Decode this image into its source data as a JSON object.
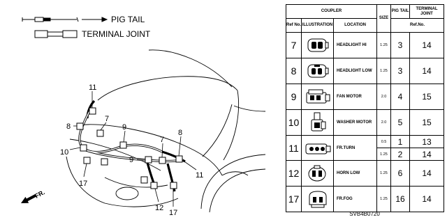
{
  "legend": {
    "pig_tail": "PIG TAIL",
    "terminal_joint": "TERMINAL JOINT"
  },
  "callouts": [
    "11",
    "8",
    "7",
    "9",
    "10",
    "9",
    "7",
    "8",
    "11",
    "17",
    "12",
    "17"
  ],
  "fr_arrow": "FR.",
  "table": {
    "headers": {
      "coupler": "COUPLER",
      "ref_no": "Ref No.",
      "illustration": "ILLUSTRATION",
      "location": "LOCATION",
      "size": "SIZE",
      "pig_tail": "PIG TAIL",
      "terminal_joint": "TERMINAL JOINT",
      "ref_no_sub": "Ref.No."
    },
    "rows": [
      {
        "ref": "7",
        "location": "HEADLIGHT HI",
        "size": "1.25",
        "pig": "3",
        "joint": "14",
        "icon": "headlight-hi-coupler-icon"
      },
      {
        "ref": "8",
        "location": "HEADLIGHT LOW",
        "size": "1.25",
        "pig": "3",
        "joint": "14",
        "icon": "headlight-low-coupler-icon"
      },
      {
        "ref": "9",
        "location": "FAN MOTOR",
        "size": "2.0",
        "pig": "4",
        "joint": "15",
        "icon": "fan-motor-coupler-icon"
      },
      {
        "ref": "10",
        "location": "WASHER MOTOR",
        "size": "2.0",
        "pig": "5",
        "joint": "15",
        "icon": "washer-motor-coupler-icon"
      },
      {
        "ref": "11",
        "location": "FR.TURN",
        "size": "0.5",
        "pig": "1",
        "joint": "13",
        "size2": "1.25",
        "pig2": "2",
        "joint2": "14",
        "icon": "fr-turn-coupler-icon"
      },
      {
        "ref": "12",
        "location": "HORN LOW",
        "size": "1.25",
        "pig": "6",
        "joint": "14",
        "icon": "horn-low-coupler-icon"
      },
      {
        "ref": "17",
        "location": "FR.FOG",
        "size": "1.25",
        "pig": "16",
        "joint": "14",
        "icon": "fr-fog-coupler-icon"
      }
    ]
  },
  "doc_code": "SVB4B0720"
}
